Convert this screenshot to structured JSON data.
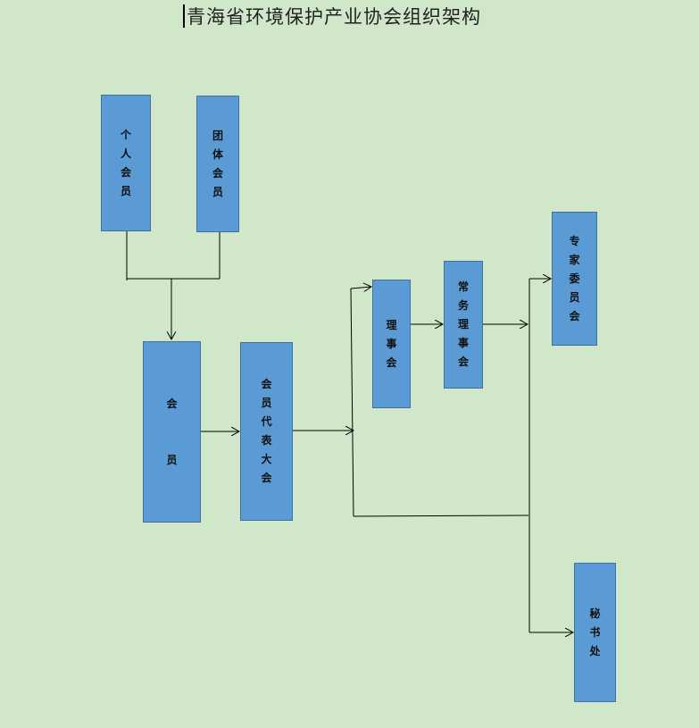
{
  "title": "青海省环境保护产业协会组织架构",
  "nodes": [
    {
      "id": "individual",
      "label": "个人会员",
      "chars": [
        "个",
        "人",
        "会",
        "员"
      ]
    },
    {
      "id": "group",
      "label": "团体会员",
      "chars": [
        "团",
        "体",
        "会",
        "员"
      ]
    },
    {
      "id": "member",
      "label": "会员",
      "chars": [
        "会",
        "员"
      ]
    },
    {
      "id": "congress",
      "label": "会员代表大会",
      "chars": [
        "会",
        "员",
        "代",
        "表",
        "大",
        "会"
      ]
    },
    {
      "id": "council",
      "label": "理事会",
      "chars": [
        "理",
        "事",
        "会"
      ]
    },
    {
      "id": "standing",
      "label": "常务理事会",
      "chars": [
        "常",
        "务",
        "理",
        "事",
        "会"
      ]
    },
    {
      "id": "expert",
      "label": "专家委员会",
      "chars": [
        "专",
        "家",
        "委",
        "员",
        "会"
      ]
    },
    {
      "id": "secretariat",
      "label": "秘书处",
      "chars": [
        "秘",
        "书",
        "处"
      ]
    }
  ],
  "edges": [
    {
      "from": "individual",
      "to": "member"
    },
    {
      "from": "group",
      "to": "member"
    },
    {
      "from": "member",
      "to": "congress"
    },
    {
      "from": "congress",
      "to": "council"
    },
    {
      "from": "council",
      "to": "standing"
    },
    {
      "from": "standing",
      "to": "expert"
    },
    {
      "from": "congress",
      "to": "secretariat"
    }
  ]
}
